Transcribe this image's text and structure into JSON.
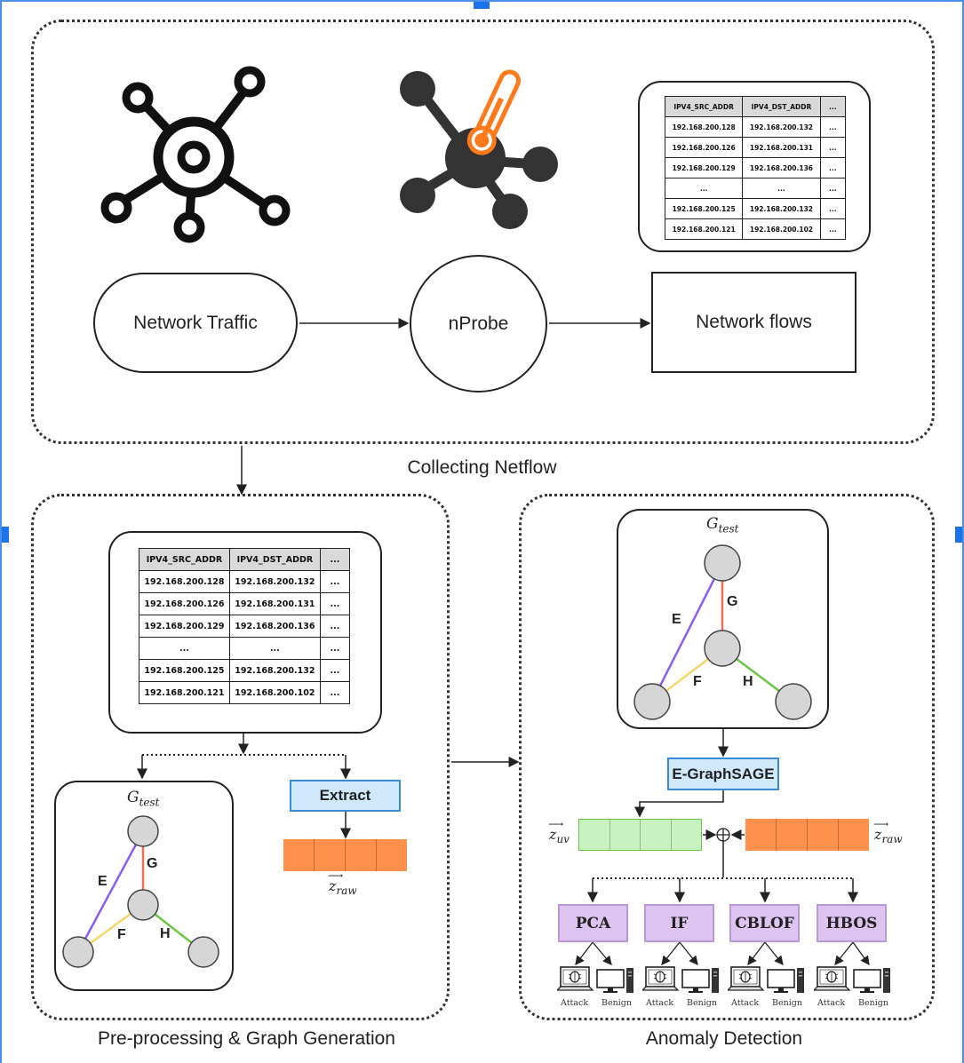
{
  "sections": {
    "collecting": "Collecting Netflow",
    "preprocessing": "Pre-processing & Graph Generation",
    "anomaly": "Anomaly Detection"
  },
  "flow": {
    "network_traffic": "Network Traffic",
    "nprobe": "nProbe",
    "network_flows": "Network flows"
  },
  "table": {
    "headers": [
      "IPV4_SRC_ADDR",
      "IPV4_DST_ADDR",
      "..."
    ],
    "rows": [
      [
        "192.168.200.128",
        "192.168.200.132",
        "..."
      ],
      [
        "192.168.200.126",
        "192.168.200.131",
        "..."
      ],
      [
        "192.168.200.129",
        "192.168.200.136",
        "..."
      ],
      [
        "...",
        "...",
        "..."
      ],
      [
        "192.168.200.125",
        "192.168.200.132",
        "..."
      ],
      [
        "192.168.200.121",
        "192.168.200.102",
        "..."
      ]
    ]
  },
  "graph": {
    "title_main": "G",
    "title_sub": "test",
    "edges": [
      "E",
      "G",
      "F",
      "H"
    ]
  },
  "extract": "Extract",
  "egraphsage": "E-GraphSAGE",
  "vectors": {
    "z_raw_main": "z",
    "z_raw_sub": "raw",
    "z_uv_main": "z",
    "z_uv_sub": "uv"
  },
  "models": [
    "PCA",
    "IF",
    "CBLOF",
    "HBOS"
  ],
  "outcomes": {
    "attack": "Attack",
    "benign": "Benign"
  },
  "colors": {
    "edge_e": "#8b5cf6",
    "edge_g": "#f07050",
    "edge_f": "#f7d66a",
    "edge_h": "#6cc644",
    "node": "#d6d6d6",
    "vec_raw": "#ff914d",
    "vec_uv": "#c9f2c2",
    "nprobe_orange": "#ff7a1a"
  }
}
